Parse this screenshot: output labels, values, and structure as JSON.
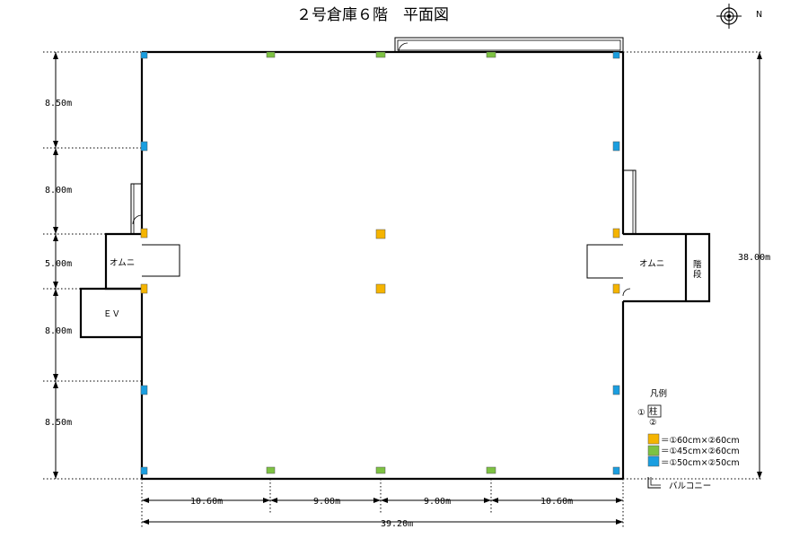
{
  "title": "２号倉庫６階　平面図",
  "compass": {
    "label": "N"
  },
  "dimensions": {
    "left": [
      "8.50m",
      "8.00m",
      "5.00m",
      "8.00m",
      "8.50m"
    ],
    "right": "38.00m",
    "bottom": [
      "10.60m",
      "9.00m",
      "9.00m",
      "10.60m"
    ],
    "bottom_total": "39.20m"
  },
  "rooms": {
    "omni_left": "オムニ",
    "omni_right": "オムニ",
    "ev": "ＥＶ",
    "stairs_1": "階",
    "stairs_2": "段"
  },
  "legend": {
    "title": "凡例",
    "pillar_char": "柱",
    "mark_1": "①",
    "mark_2": "②",
    "items": [
      {
        "color": "#f5b400",
        "text": "＝①60cm×②60cm"
      },
      {
        "color": "#7dc242",
        "text": "＝①45cm×②60cm"
      },
      {
        "color": "#1a9ee0",
        "text": "＝①50cm×②50cm"
      }
    ],
    "balcony": "バルコニー"
  },
  "colors": {
    "orange": "#f5b400",
    "green": "#7dc242",
    "blue": "#1a9ee0"
  }
}
